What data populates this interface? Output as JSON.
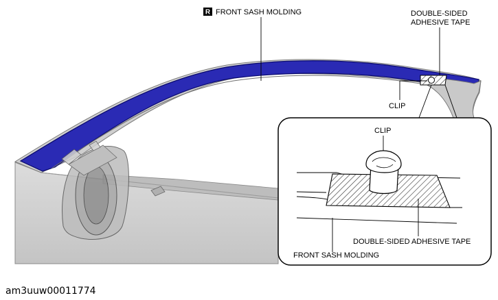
{
  "labels": {
    "front_sash_molding_top": "FRONT SASH MOLDING",
    "badge_letter": "R",
    "double_sided_tape_line1": "DOUBLE-SIDED",
    "double_sided_tape_line2": "ADHESIVE TAPE",
    "clip_main": "CLIP",
    "clip_detail": "CLIP",
    "double_sided_tape_detail": "DOUBLE-SIDED ADHESIVE TAPE",
    "front_sash_molding_detail": "FRONT SASH MOLDING"
  },
  "figure_code": "am3uuw00011774",
  "colors": {
    "molding": "#2a2ab4",
    "molding_edge": "#0a0a6e",
    "door_fill": "#d2d2d2",
    "door_stroke": "#7d7d7d",
    "badge_bg": "#000000"
  }
}
